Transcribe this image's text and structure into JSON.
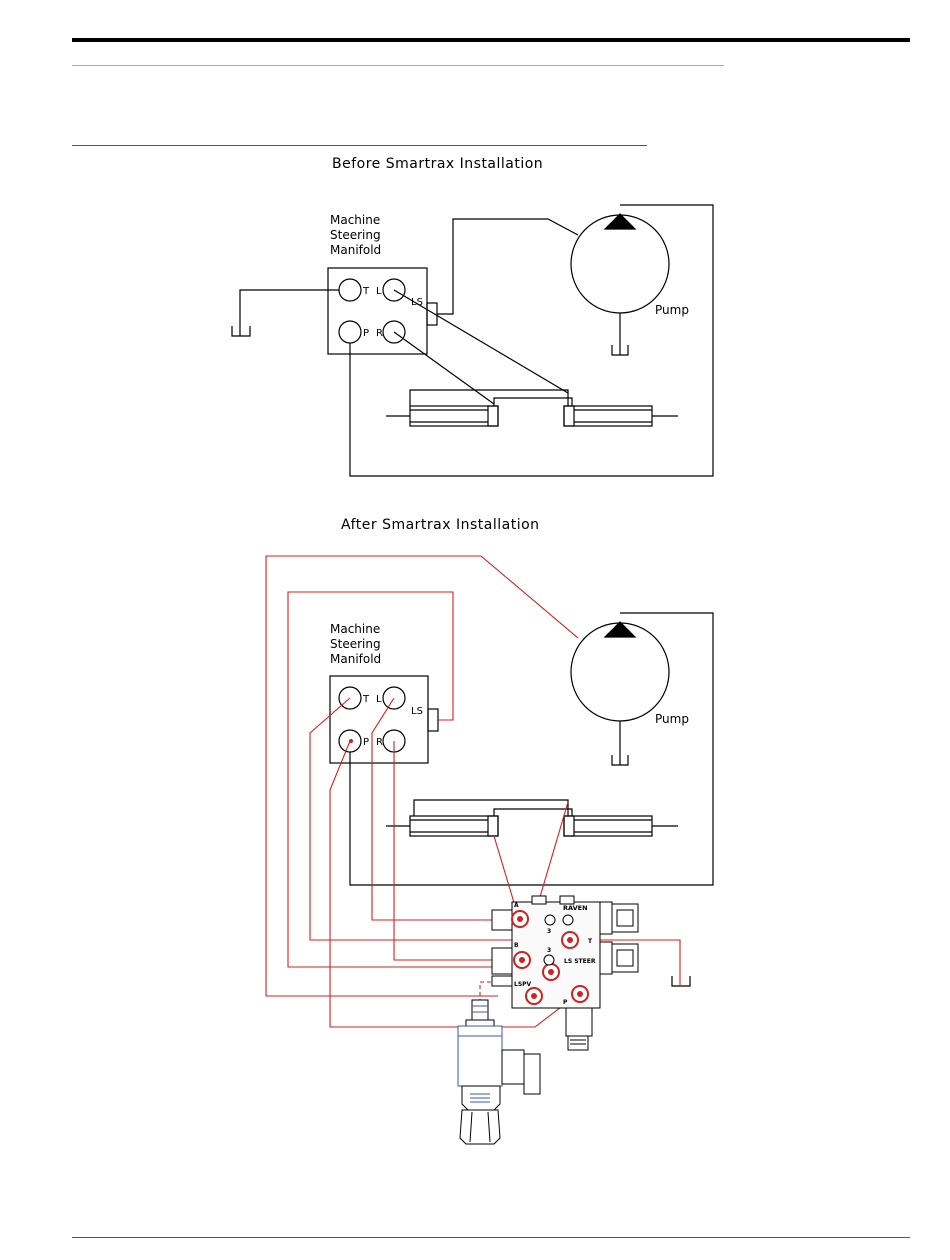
{
  "before": {
    "title": "Before Smartrax Installation",
    "manifold_label": [
      "Machine",
      "Steering",
      "Manifold"
    ],
    "ports": {
      "t": "T",
      "l": "L",
      "p": "P",
      "r": "R",
      "ls": "LS"
    },
    "pump_label": "Pump"
  },
  "after": {
    "title": "After Smartrax Installation",
    "manifold_label": [
      "Machine",
      "Steering",
      "Manifold"
    ],
    "ports": {
      "t": "T",
      "l": "L",
      "p": "P",
      "r": "R",
      "ls": "LS"
    },
    "pump_label": "Pump",
    "valve": {
      "brand": "RAVEN",
      "ls_steer": "LS STEER",
      "lspv": "LSPV",
      "port_a": "A",
      "port_b": "B",
      "port_t": "T",
      "port_p": "P",
      "num_top": "3",
      "num_bottom": "3"
    }
  },
  "colors": {
    "line": "#000000",
    "new_hose": "#d42020",
    "accent": "#3a56c8",
    "rule_light": "#9fb4b0"
  }
}
